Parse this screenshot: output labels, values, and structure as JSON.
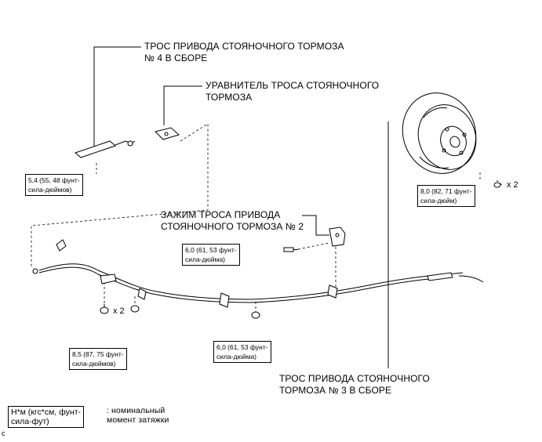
{
  "labels": {
    "cable4": "ТРОС ПРИВОДА СТОЯНОЧНОГО ТОРМОЗА\n№ 4 В СБОРЕ",
    "equalizer": "УРАВНИТЕЛЬ ТРОСА СТОЯНОЧНОГО\nТОРМОЗА",
    "clamp2": "ЗАЖИМ ТРОСА ПРИВОДА\nСТОЯНОЧНОГО ТОРМОЗА № 2",
    "cable3": "ТРОС ПРИВОДА СТОЯНОЧНОГО\nТОРМОЗА № 3 В СБОРЕ"
  },
  "torque": {
    "t1": "5,4 (55, 48 фунт-\nсила-дюймов)",
    "t2": "8,0 (82, 71 фунт-\nсила-дюйм)",
    "t3": "6,0 (61, 53 фунт-\nсила-дюйма)",
    "t4": "8,5 (87, 75 фунт-\nсила-дюймов)",
    "t5": "6,0 (61, 53 фунт-\nсила-дюйма)"
  },
  "multipliers": {
    "m1": "x 2",
    "m2": "x 2"
  },
  "legend": {
    "box": "Н*м (кгс*см, фунт-\nсила-фут)",
    "text": ": номинальный\nмомент затяжки"
  },
  "corner_mark": "c"
}
